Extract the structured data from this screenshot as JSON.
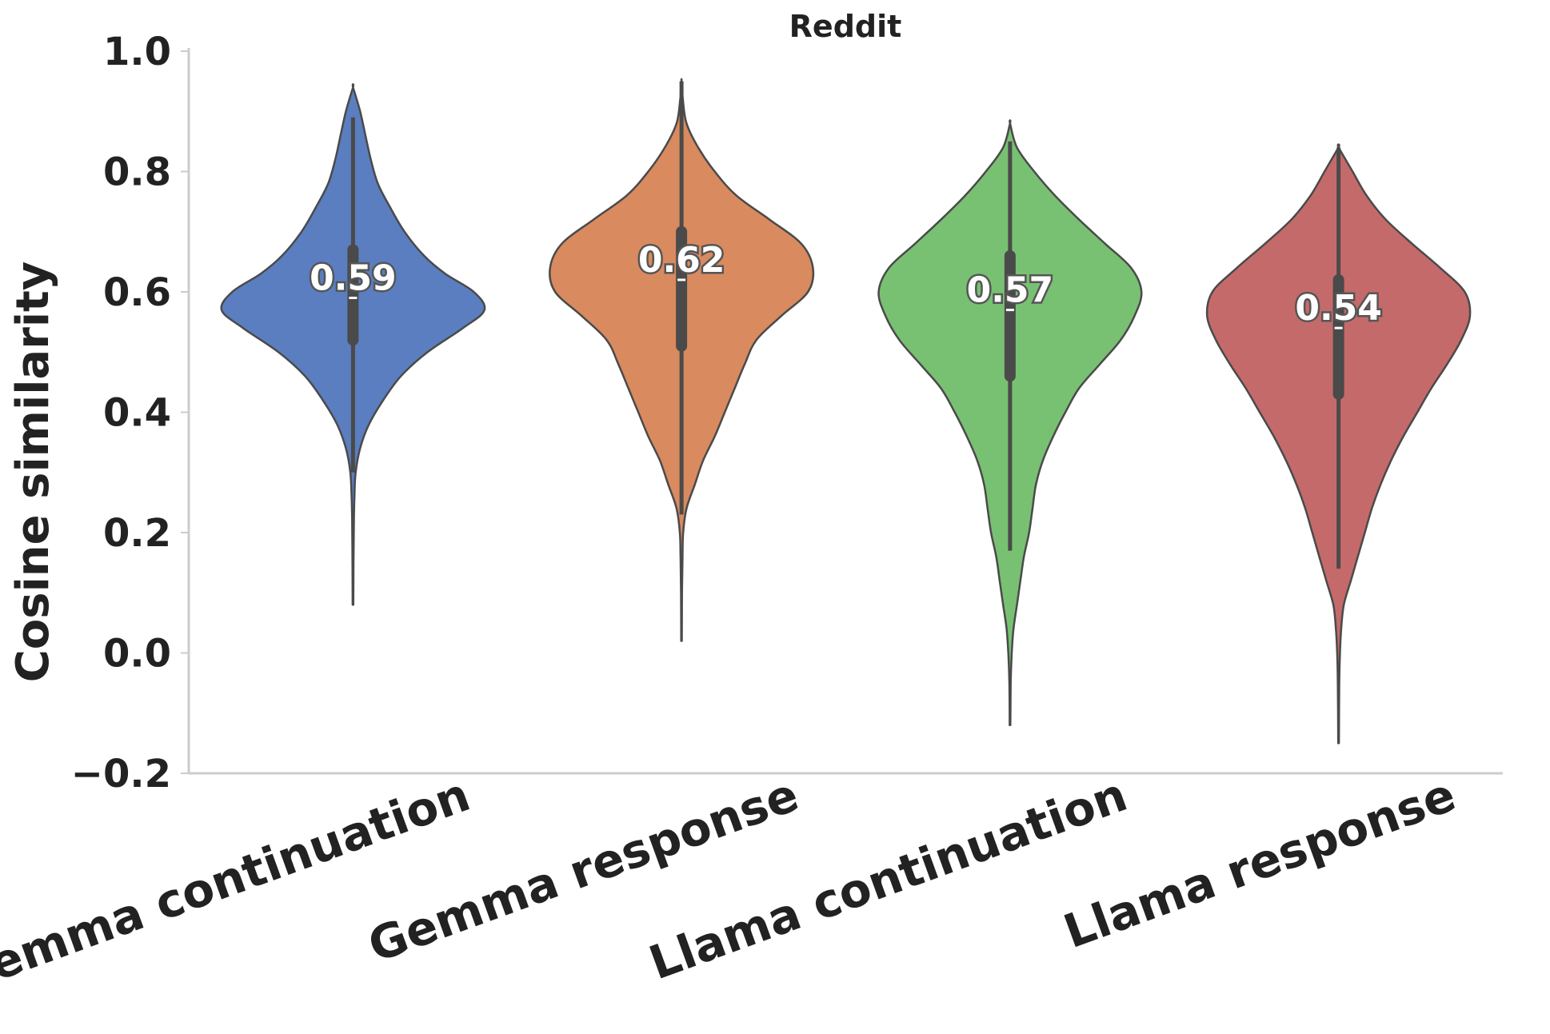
{
  "chart_data": {
    "type": "violin",
    "title": "Reddit",
    "ylabel": "Cosine similarity",
    "xlabel": "",
    "ylim": [
      -0.2,
      1.0
    ],
    "yticks": [
      -0.2,
      0.0,
      0.2,
      0.4,
      0.6,
      0.8,
      1.0
    ],
    "ytick_labels": [
      "−0.2",
      "0.0",
      "0.2",
      "0.4",
      "0.6",
      "0.8",
      "1.0"
    ],
    "grid": false,
    "categories": [
      "Gemma continuation",
      "Gemma response",
      "Llama continuation",
      "Llama response"
    ],
    "series": [
      {
        "category": "Gemma continuation",
        "color": "#5a7ec0",
        "median": 0.59,
        "median_label": "0.59",
        "q1": 0.52,
        "q3": 0.67,
        "whisker_low": 0.3,
        "whisker_high": 0.89,
        "min": 0.08,
        "max": 0.94,
        "density": [
          [
            0.08,
            0.002
          ],
          [
            0.15,
            0.003
          ],
          [
            0.22,
            0.005
          ],
          [
            0.26,
            0.008
          ],
          [
            0.3,
            0.015
          ],
          [
            0.34,
            0.04
          ],
          [
            0.38,
            0.09
          ],
          [
            0.42,
            0.17
          ],
          [
            0.46,
            0.27
          ],
          [
            0.5,
            0.42
          ],
          [
            0.54,
            0.62
          ],
          [
            0.57,
            0.74
          ],
          [
            0.6,
            0.68
          ],
          [
            0.63,
            0.52
          ],
          [
            0.66,
            0.4
          ],
          [
            0.7,
            0.29
          ],
          [
            0.74,
            0.21
          ],
          [
            0.78,
            0.14
          ],
          [
            0.82,
            0.1
          ],
          [
            0.86,
            0.07
          ],
          [
            0.9,
            0.04
          ],
          [
            0.94,
            0.0
          ]
        ]
      },
      {
        "category": "Gemma response",
        "color": "#d98a5f",
        "median": 0.62,
        "median_label": "0.62",
        "q1": 0.51,
        "q3": 0.7,
        "whisker_low": 0.23,
        "whisker_high": 0.95,
        "min": 0.02,
        "max": 0.95,
        "density": [
          [
            0.02,
            0.002
          ],
          [
            0.1,
            0.003
          ],
          [
            0.16,
            0.006
          ],
          [
            0.2,
            0.01
          ],
          [
            0.24,
            0.03
          ],
          [
            0.28,
            0.08
          ],
          [
            0.32,
            0.13
          ],
          [
            0.36,
            0.2
          ],
          [
            0.4,
            0.26
          ],
          [
            0.44,
            0.32
          ],
          [
            0.48,
            0.38
          ],
          [
            0.52,
            0.45
          ],
          [
            0.56,
            0.6
          ],
          [
            0.6,
            0.76
          ],
          [
            0.64,
            0.79
          ],
          [
            0.68,
            0.72
          ],
          [
            0.72,
            0.53
          ],
          [
            0.76,
            0.33
          ],
          [
            0.8,
            0.2
          ],
          [
            0.84,
            0.1
          ],
          [
            0.88,
            0.03
          ],
          [
            0.92,
            0.008
          ],
          [
            0.95,
            0.0
          ]
        ]
      },
      {
        "category": "Llama continuation",
        "color": "#78c172",
        "median": 0.57,
        "median_label": "0.57",
        "q1": 0.46,
        "q3": 0.66,
        "whisker_low": 0.17,
        "whisker_high": 0.85,
        "min": -0.12,
        "max": 0.88,
        "density": [
          [
            -0.12,
            0.002
          ],
          [
            -0.05,
            0.004
          ],
          [
            0.0,
            0.01
          ],
          [
            0.04,
            0.02
          ],
          [
            0.08,
            0.04
          ],
          [
            0.12,
            0.06
          ],
          [
            0.16,
            0.08
          ],
          [
            0.2,
            0.11
          ],
          [
            0.24,
            0.13
          ],
          [
            0.28,
            0.15
          ],
          [
            0.32,
            0.19
          ],
          [
            0.36,
            0.25
          ],
          [
            0.4,
            0.32
          ],
          [
            0.44,
            0.4
          ],
          [
            0.48,
            0.52
          ],
          [
            0.52,
            0.64
          ],
          [
            0.56,
            0.72
          ],
          [
            0.6,
            0.76
          ],
          [
            0.64,
            0.7
          ],
          [
            0.68,
            0.55
          ],
          [
            0.72,
            0.4
          ],
          [
            0.76,
            0.26
          ],
          [
            0.8,
            0.14
          ],
          [
            0.84,
            0.04
          ],
          [
            0.88,
            0.0
          ]
        ]
      },
      {
        "category": "Llama response",
        "color": "#c56a6a",
        "median": 0.54,
        "median_label": "0.54",
        "q1": 0.43,
        "q3": 0.62,
        "whisker_low": 0.14,
        "whisker_high": 0.84,
        "min": -0.15,
        "max": 0.84,
        "density": [
          [
            -0.15,
            0.002
          ],
          [
            -0.05,
            0.004
          ],
          [
            0.0,
            0.008
          ],
          [
            0.04,
            0.015
          ],
          [
            0.08,
            0.03
          ],
          [
            0.12,
            0.07
          ],
          [
            0.16,
            0.11
          ],
          [
            0.2,
            0.15
          ],
          [
            0.24,
            0.19
          ],
          [
            0.28,
            0.24
          ],
          [
            0.32,
            0.3
          ],
          [
            0.36,
            0.37
          ],
          [
            0.4,
            0.45
          ],
          [
            0.44,
            0.53
          ],
          [
            0.48,
            0.62
          ],
          [
            0.52,
            0.7
          ],
          [
            0.56,
            0.75
          ],
          [
            0.6,
            0.72
          ],
          [
            0.64,
            0.58
          ],
          [
            0.68,
            0.42
          ],
          [
            0.72,
            0.27
          ],
          [
            0.76,
            0.16
          ],
          [
            0.8,
            0.08
          ],
          [
            0.84,
            0.0
          ]
        ]
      }
    ]
  }
}
